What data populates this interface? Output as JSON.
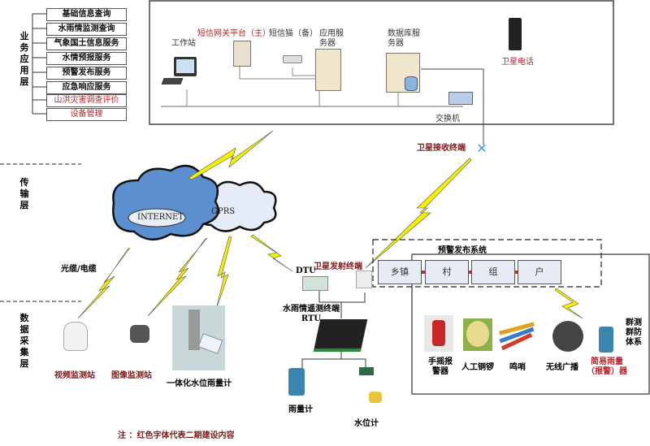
{
  "layers": {
    "application": "业务应用层",
    "transmission": "传输层",
    "acquisition": "数据采集层"
  },
  "business_services": [
    {
      "label": "基础信息查询",
      "phase2": false
    },
    {
      "label": "水雨情监测查询",
      "phase2": false
    },
    {
      "label": "气象国土信息服务",
      "phase2": false
    },
    {
      "label": "水情预报服务",
      "phase2": false
    },
    {
      "label": "预警发布服务",
      "phase2": false
    },
    {
      "label": "应急响应服务",
      "phase2": false
    },
    {
      "label": "山洪灾害调查评价",
      "phase2": true
    },
    {
      "label": "设备管理",
      "phase2": true
    }
  ],
  "center": {
    "workstation": "工作站",
    "sms_gateway": "短信网关平台（主）",
    "sms_modem": "短信猫（备）",
    "app_server": "应用服务器",
    "db_server": "数据库服务器",
    "switch": "交换机",
    "sat_phone": "卫星电话"
  },
  "network": {
    "internet": "INTERNET",
    "gprs": "GPRS",
    "fiber": "光缆/电缆",
    "sat_receiver": "卫星接收终端",
    "sat_transmitter": "卫星发射终端",
    "dtu": "DTU"
  },
  "acquisition": {
    "video_station": "视频监测站",
    "image_station": "图像监测站",
    "integrated_gauge": "一体化水位雨量计",
    "rtu": "水雨情遥测终端RTU",
    "rain_gauge": "雨量计",
    "water_gauge": "水位计"
  },
  "warning_system": {
    "title": "预警发布系统",
    "chain": [
      "乡镇",
      "村",
      "组",
      "户"
    ],
    "devices": [
      "手摇报警器",
      "人工铜锣",
      "鸣哨",
      "无线广播",
      "简易雨量（报警）器"
    ],
    "group_label": "群测群防体系"
  },
  "note": "注 ：红色字体代表二期建设内容",
  "colors": {
    "phase2_red": "#b3262a",
    "bolt_yellow": "#f5f000",
    "cloud_blue": "#5b8fcf",
    "box_fill": "#e6ecf5",
    "arrow_red": "#e0201c"
  }
}
